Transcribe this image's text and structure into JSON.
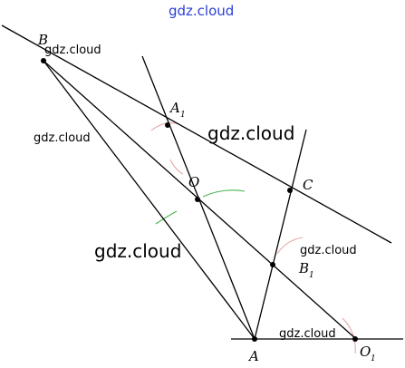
{
  "labels": {
    "B": "B",
    "A1": "A",
    "A1_sub": "1",
    "O": "O",
    "C": "C",
    "B1": "B",
    "B1_sub": "1",
    "A": "A",
    "O1": "O",
    "O1_sub": "1"
  },
  "watermarks": {
    "top": "gdz.cloud",
    "near_b": "gdz.cloud",
    "left_mid": "gdz.cloud",
    "right_big": "gdz.cloud",
    "center_big": "gdz.cloud",
    "near_b1": "gdz.cloud",
    "near_o1": "gdz.cloud"
  },
  "colors": {
    "line": "#000000",
    "arc_red": "#e8a7a7",
    "arc_green": "#4db34d",
    "watermark_top": "#2a3fd6"
  }
}
